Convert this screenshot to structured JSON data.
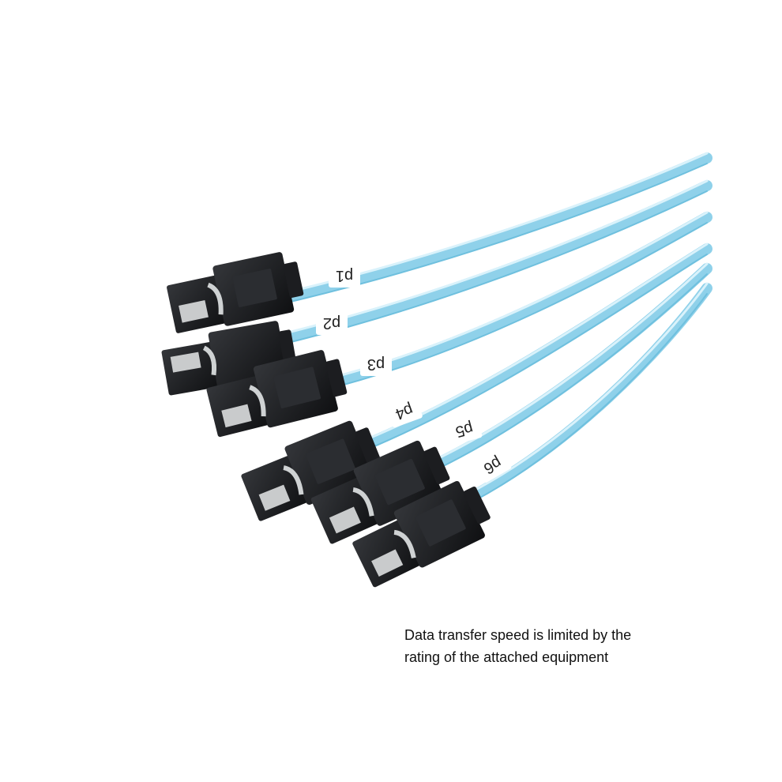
{
  "product": {
    "cable_color": "#9fd8ee",
    "cable_highlight": "#d9f2fb",
    "connector_color": "#1a1b1d",
    "latch_color": "#c9cbcc",
    "tags": [
      {
        "id": "p1",
        "label": "p1"
      },
      {
        "id": "p2",
        "label": "p2"
      },
      {
        "id": "p3",
        "label": "p3"
      },
      {
        "id": "p4",
        "label": "p4"
      },
      {
        "id": "p5",
        "label": "p5"
      },
      {
        "id": "p6",
        "label": "p6"
      }
    ]
  },
  "caption": {
    "line1": "Data transfer speed is limited by the",
    "line2": "rating of the attached equipment"
  }
}
